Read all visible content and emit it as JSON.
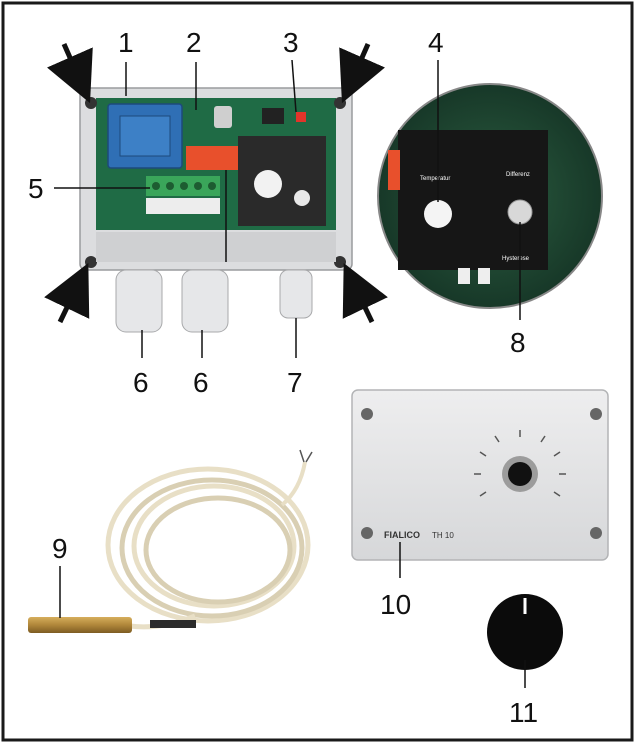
{
  "callouts": {
    "c1": "1",
    "c2": "2",
    "c3": "3",
    "c4": "4",
    "c5": "5",
    "c6a": "6",
    "c6b": "6",
    "c7": "7",
    "c8": "8",
    "c9": "9",
    "c10": "10",
    "c11": "11"
  },
  "panel": {
    "brand": "FIALICO",
    "model": "TH 10"
  },
  "board": {
    "knob_label": "Temperatur",
    "right_label": "Differenz",
    "bottom_label": "Hysterese"
  },
  "colors": {
    "frame": "#1a1a1a",
    "board_green": "#1f6b45",
    "transformer_blue": "#2f6fb5",
    "relay_red": "#e8502c",
    "terminal_green": "#3aa55a",
    "housing_gray": "#d9dadc",
    "probe_brass": "#b0873a",
    "cable_cream": "#e8dfc6"
  }
}
